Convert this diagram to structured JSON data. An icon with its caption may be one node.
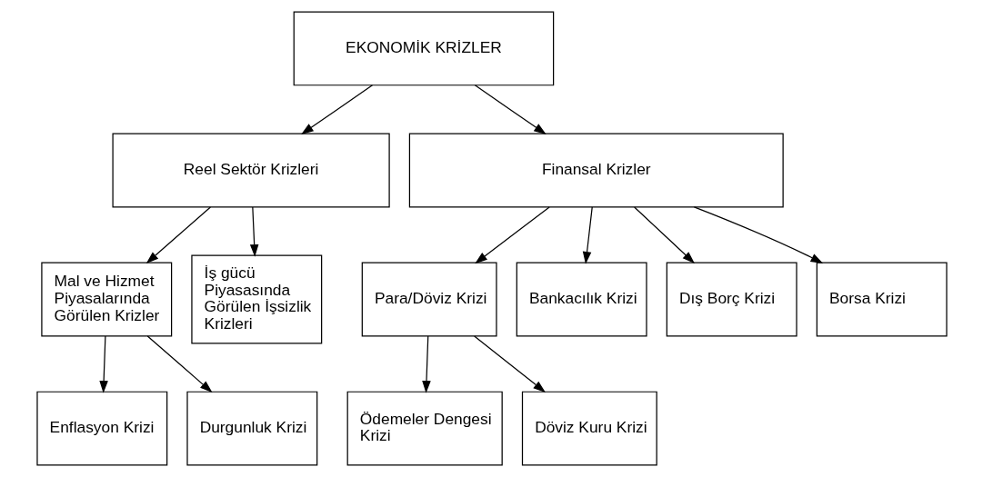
{
  "diagram": {
    "nodes": [
      {
        "text": [
          "EKONOMİK KRİZLER"
        ]
      },
      {
        "text": [
          "Reel Sektör Krizleri"
        ]
      },
      {
        "text": [
          "Finansal Krizler"
        ]
      },
      {
        "text": [
          "Mal ve Hizmet Piyasalarında Görülen Krizler"
        ]
      },
      {
        "text": [
          "İş gücü Piyasasında Görülen İşsizlik Krizleri"
        ]
      },
      {
        "text": [
          "Para/Döviz Krizi"
        ]
      },
      {
        "text": [
          "Bankacılık Krizi"
        ]
      },
      {
        "text": [
          "Dış Borç Krizi"
        ]
      },
      {
        "text": [
          "Borsa Krizi"
        ]
      },
      {
        "text": [
          "Enflasyon Krizi"
        ]
      },
      {
        "text": [
          "Durgunluk Krizi"
        ]
      },
      {
        "text": [
          "Ödemeler Dengesi Krizi"
        ]
      },
      {
        "text": [
          "Döviz Kuru Krizi"
        ]
      }
    ],
    "edges": [
      {
        "from": 0,
        "to": 1,
        "arrow": "to"
      },
      {
        "from": 0,
        "to": 2,
        "arrow": "to"
      },
      {
        "from": 1,
        "to": 3,
        "arrow": "to"
      },
      {
        "from": 1,
        "to": 4,
        "arrow": "to"
      },
      {
        "from": 2,
        "to": 5,
        "arrow": "to"
      },
      {
        "from": 2,
        "to": 6,
        "arrow": "to"
      },
      {
        "from": 2,
        "to": 7,
        "arrow": "to"
      },
      {
        "from": 2,
        "to": 8,
        "arrow": "to"
      },
      {
        "from": 3,
        "to": 9,
        "arrow": "to"
      },
      {
        "from": 3,
        "to": 10,
        "arrow": "to"
      },
      {
        "from": 5,
        "to": 11,
        "arrow": "to"
      },
      {
        "from": 5,
        "to": 12,
        "arrow": "to"
      }
    ]
  }
}
